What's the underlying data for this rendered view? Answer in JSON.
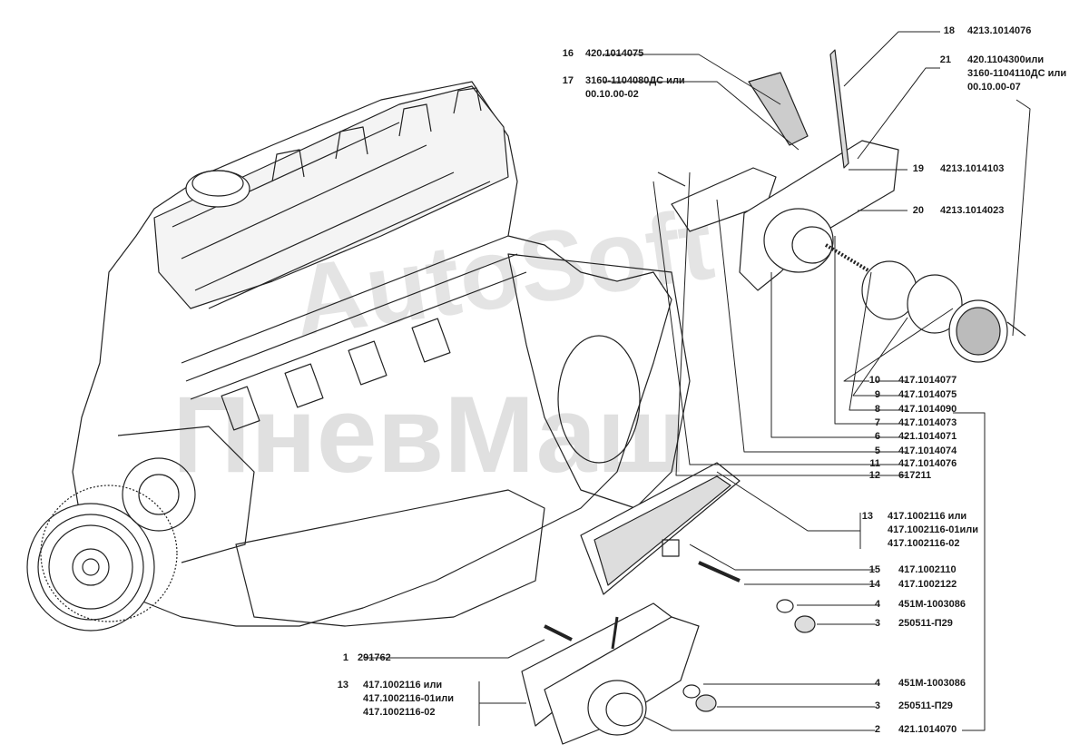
{
  "watermark": {
    "text_a": "AutoSoft",
    "text_b": "ПневМаш"
  },
  "callouts": [
    {
      "num": "16",
      "lines": [
        "420.1014075"
      ]
    },
    {
      "num": "17",
      "lines": [
        "3160-1104080ДС или",
        "00.10.00-02"
      ]
    },
    {
      "num": "18",
      "lines": [
        "4213.1014076"
      ]
    },
    {
      "num": "21",
      "lines": [
        "420.1104300или",
        "3160-1104110ДС или",
        "00.10.00-07"
      ]
    },
    {
      "num": "19",
      "lines": [
        "4213.1014103"
      ]
    },
    {
      "num": "20",
      "lines": [
        "4213.1014023"
      ]
    },
    {
      "num": "10",
      "lines": [
        "417.1014077"
      ]
    },
    {
      "num": "9",
      "lines": [
        "417.1014075"
      ]
    },
    {
      "num": "8",
      "lines": [
        "417.1014090"
      ]
    },
    {
      "num": "7",
      "lines": [
        "417.1014073"
      ]
    },
    {
      "num": "6",
      "lines": [
        "421.1014071"
      ]
    },
    {
      "num": "5",
      "lines": [
        "417.1014074"
      ]
    },
    {
      "num": "11",
      "lines": [
        "417.1014076"
      ]
    },
    {
      "num": "12",
      "lines": [
        "617211"
      ]
    },
    {
      "num": "13",
      "lines": [
        "417.1002116 или",
        "417.1002116-01или",
        "417.1002116-02"
      ]
    },
    {
      "num": "15",
      "lines": [
        "417.1002110"
      ]
    },
    {
      "num": "14",
      "lines": [
        "417.1002122"
      ]
    },
    {
      "num": "4",
      "lines": [
        "451М-1003086"
      ]
    },
    {
      "num": "3",
      "lines": [
        "250511-П29"
      ]
    },
    {
      "num": "1",
      "lines": [
        "291762"
      ]
    },
    {
      "num": "13",
      "lines": [
        "417.1002116 или",
        "417.1002116-01или",
        "417.1002116-02"
      ]
    },
    {
      "num": "4",
      "lines": [
        "451М-1003086"
      ]
    },
    {
      "num": "3",
      "lines": [
        "250511-П29"
      ]
    },
    {
      "num": "2",
      "lines": [
        "421.1014070"
      ]
    }
  ]
}
